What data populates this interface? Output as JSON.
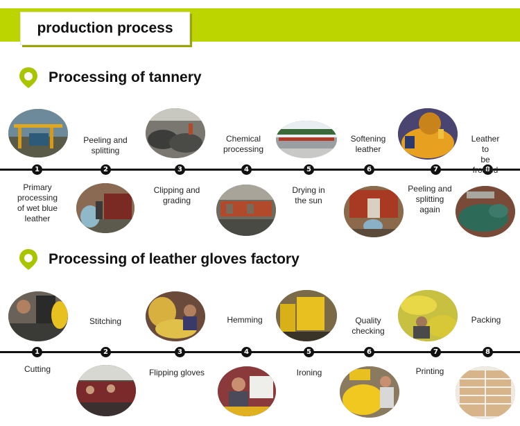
{
  "header": {
    "title": "production process"
  },
  "tannery": {
    "title": "Processing of tannery",
    "steps": [
      {
        "num": "1",
        "label": "Primary\nprocessing\nof wet blue\nleather",
        "photo": "warehouse-photo-icon"
      },
      {
        "num": "2",
        "label": "Peeling and\nsplitting",
        "photo": "peeling-machine-photo-icon"
      },
      {
        "num": "3",
        "label": "Clipping and\ngrading",
        "photo": "hide-stacks-photo-icon"
      },
      {
        "num": "4",
        "label": "Chemical\nprocessing",
        "photo": "drum-room-photo-icon"
      },
      {
        "num": "5",
        "label": "Drying in\nthe sun",
        "photo": "drying-field-photo-icon"
      },
      {
        "num": "6",
        "label": "Softening\nleather",
        "photo": "softening-machine-photo-icon"
      },
      {
        "num": "7",
        "label": "Peeling and\nsplitting\nagain",
        "photo": "yellow-leather-pile-photo-icon"
      },
      {
        "num": "8",
        "label": "Leather to\nbe frosted",
        "photo": "green-leather-photo-icon"
      }
    ]
  },
  "factory": {
    "title": "Processing of leather gloves factory",
    "steps": [
      {
        "num": "1",
        "label": "Cutting",
        "photo": "cutting-photo-icon"
      },
      {
        "num": "2",
        "label": "Stitching",
        "photo": "stitching-room-photo-icon"
      },
      {
        "num": "3",
        "label": "Flipping gloves",
        "photo": "flipping-gloves-photo-icon"
      },
      {
        "num": "4",
        "label": "Hemming",
        "photo": "hemming-photo-icon"
      },
      {
        "num": "5",
        "label": "Ironing",
        "photo": "ironing-photo-icon"
      },
      {
        "num": "6",
        "label": "Quality\nchecking",
        "photo": "quality-check-photo-icon"
      },
      {
        "num": "7",
        "label": "Printing",
        "photo": "printing-photo-icon"
      },
      {
        "num": "8",
        "label": "Packing",
        "photo": "packing-boxes-photo-icon"
      }
    ]
  },
  "colors": {
    "banner": "#bcd400",
    "pin": "#a9c400",
    "line": "#111111"
  }
}
